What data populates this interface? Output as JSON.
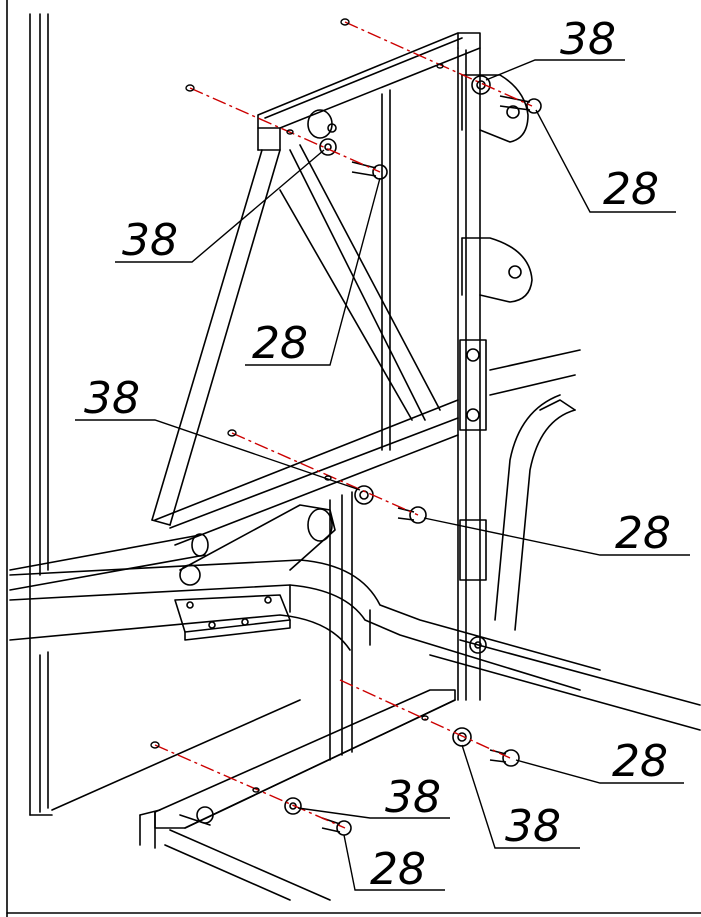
{
  "callouts": [
    {
      "id": "c1",
      "text": "38"
    },
    {
      "id": "c2",
      "text": "28"
    },
    {
      "id": "c3",
      "text": "38"
    },
    {
      "id": "c4",
      "text": "28"
    },
    {
      "id": "c5",
      "text": "38"
    },
    {
      "id": "c6",
      "text": "28"
    },
    {
      "id": "c7",
      "text": "28"
    },
    {
      "id": "c8",
      "text": "38"
    },
    {
      "id": "c9",
      "text": "38"
    },
    {
      "id": "c10",
      "text": "28"
    }
  ],
  "colors": {
    "line": "#000000",
    "axis": "#cc0000",
    "background": "#ffffff"
  }
}
